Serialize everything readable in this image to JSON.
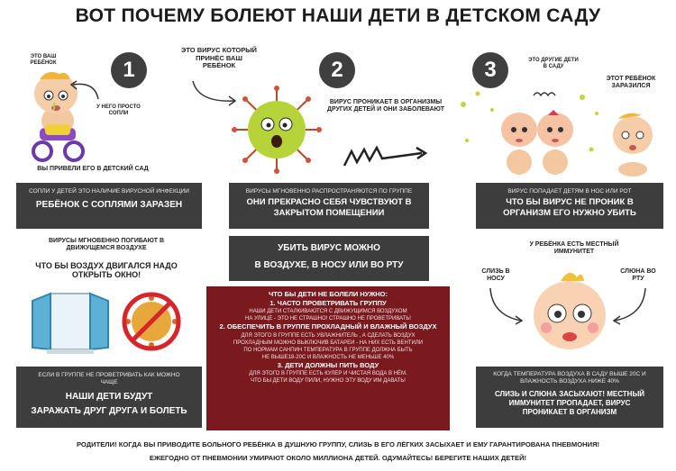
{
  "title": "ВОТ ПОЧЕМУ БОЛЕЮТ НАШИ ДЕТИ В ДЕТСКОМ САДУ",
  "steps": [
    "1",
    "2",
    "3"
  ],
  "step1": {
    "your_child": "ЭТО ВАШ РЕБЁНОК",
    "snot": "У НЕГО ПРОСТО СОПЛИ",
    "brought": "ВЫ ПРИВЕЛИ ЕГО В ДЕТСКИЙ САД"
  },
  "step2": {
    "virus": "ЭТО ВИРУС КОТОРЫЙ ПРИНЁС ВАШ РЕБЁНОК",
    "enters": "ВИРУС ПРОНИКАЕТ В ОРГАНИЗМЫ ДРУГИХ ДЕТЕЙ И ОНИ ЗАБОЛЕВАЮТ"
  },
  "step3": {
    "other_children": "ЭТО ДРУГИЕ ДЕТИ В САДУ",
    "infected": "ЭТОТ РЕБЁНОК ЗАРАЗИЛСЯ"
  },
  "bar1": {
    "small": "СОПЛИ У ДЕТЕЙ ЭТО НАЛИЧИЕ ВИРУСНОЙ ИНФЕКЦИИ",
    "big": "РЕБЁНОК С СОПЛЯМИ ЗАРАЗЕН"
  },
  "bar2": {
    "small": "ВИРУСЫ МГНОВЕННО РАСПРОСТРАНЯЮТСЯ ПО ГРУППЕ",
    "big": "ОНИ ПРЕКРАСНО СЕБЯ ЧУВСТВУЮТ В ЗАКРЫТОМ ПОМЕЩЕНИИ"
  },
  "bar3": {
    "small": "ВИРУС ПОПАДАЕТ ДЕТЯМ В НОС ИЛИ РОТ",
    "big": "ЧТО БЫ ВИРУС НЕ ПРОНИК В ОРГАНИЗМ ЕГО НУЖНО УБИТЬ"
  },
  "left_mid": {
    "small": "ВИРУСЫ МГНОВЕННО ПОГИБАЮТ В ДВИЖУЩЕМСЯ ВОЗДУХЕ",
    "big": "ЧТО БЫ ВОЗДУХ ДВИГАЛСЯ НАДО ОТКРЫТЬ ОКНО!"
  },
  "kill_bar": {
    "line1": "УБИТЬ ВИРУС МОЖНО",
    "line2": "В ВОЗДУХЕ, В НОСУ ИЛИ ВО РТУ"
  },
  "right_mid": {
    "immunity": "У РЕБЁНКА ЕСТЬ МЕСТНЫЙ ИММУНИТЕТ",
    "mucus": "СЛИЗЬ В НОСУ",
    "saliva": "СЛЮНА ВО РТУ"
  },
  "red_box": {
    "head": "ЧТО БЫ ДЕТИ НЕ БОЛЕЛИ НУЖНО:",
    "p1_h": "1. ЧАСТО ПРОВЕТРИВАТЬ ГРУППУ",
    "p1_a": "НАШИ ДЕТИ СТАЛКИВАЮТСЯ С ДВИЖУЩИМСЯ ВОЗДУХОМ",
    "p1_b": "НА УЛИЦЕ - ЭТО НЕ СТРАШНО! СТРАШНО НЕ ПРОВЕТРИВАТЬ!",
    "p2_h": "2. ОБЕСПЕЧИТЬ В ГРУППЕ ПРОХЛАДНЫЙ И ВЛАЖНЫЙ ВОЗДУХ",
    "p2_a": "ДЛЯ ЭТОГО В ГРУППЕ ЕСТЬ УВЛАЖНИТЕЛЬ , А СДЕЛАТЬ ВОЗДУХ",
    "p2_b": "ПРОХЛАДНЫМ МОЖНО ВЫКЛЮЧИВ БАТАРЕИ - НА НИХ ЕСТЬ ВЕНТИЛИ",
    "p2_c": "ПО НОРМАМ САНПИН ТЕМПЕРАТУРА В ГРУППЕ ДОЛЖНА БЫТЬ",
    "p2_d": "НЕ ВЫШЕ18-20С И ВЛАЖНОСТЬ НЕ МЕНЬШЕ 40%",
    "p3_h": "3. ДЕТИ ДОЛЖНЫ ПИТЬ ВОДУ",
    "p3_a": "ДЛЯ ЭТОГО В ГРУППЕ ЕСТЬ КУЛЕР И ЧИСТАЯ ВОДА В НЁМ.",
    "p3_b": "ЧТО БЫ ДЕТИ ВОДУ ПИЛИ, НУЖНО ЭТУ ВОДУ ИМ ДАВАТЬ!"
  },
  "bar_left_bottom": {
    "small": "ЕСЛИ В ГРУППЕ НЕ ПРОВЕТРИВАТЬ КАК МОЖНО ЧАЩЕ",
    "big1": "НАШИ ДЕТИ БУДУТ",
    "big2": "ЗАРАЖАТЬ ДРУГ ДРУГА И БОЛЕТЬ"
  },
  "bar_right_bottom": {
    "small": "КОГДА ТЕМПЕРАТУРА ВОЗДУХА В САДУ ВЫШЕ 20С И ВЛАЖНОСТЬ ВОЗДУХА НИЖЕ 40%",
    "big": "СЛИЗЬ И СЛЮНА ЗАСЫХАЮТ! МЕСТНЫЙ ИММУНИТЕТ ПРОПАДАЕТ, ВИРУС ПРОНИКАЕТ В ОРГАНИЗМ"
  },
  "footer": {
    "line1": "РОДИТЕЛИ! КОГДА ВЫ ПРИВОДИТЕ БОЛЬНОГО РЕБЁНКА В ДУШНУЮ ГРУППУ, СЛИЗЬ В ЕГО ЛЁГКИХ ЗАСЫХАЕТ И ЕМУ ГАРАНТИРОВАНА ПНЕВМОНИЯ!",
    "line2": "ЕЖЕГОДНО ОТ ПНЕВМОНИИ УМИРАЮТ ОКОЛО МИЛЛИОНА ДЕТЕЙ. ОДУМАЙТЕСЬ! БЕРЕГИТЕ НАШИХ ДЕТЕЙ!"
  },
  "colors": {
    "dark_bar": "#3d3d3d",
    "red_box": "#7a1a1f",
    "virus": "#b6d43a"
  },
  "icons": [
    "sick-baby-icon",
    "virus-icon",
    "children-icon",
    "open-window-icon",
    "no-virus-icon",
    "baby-face-icon",
    "arrow-icon"
  ]
}
